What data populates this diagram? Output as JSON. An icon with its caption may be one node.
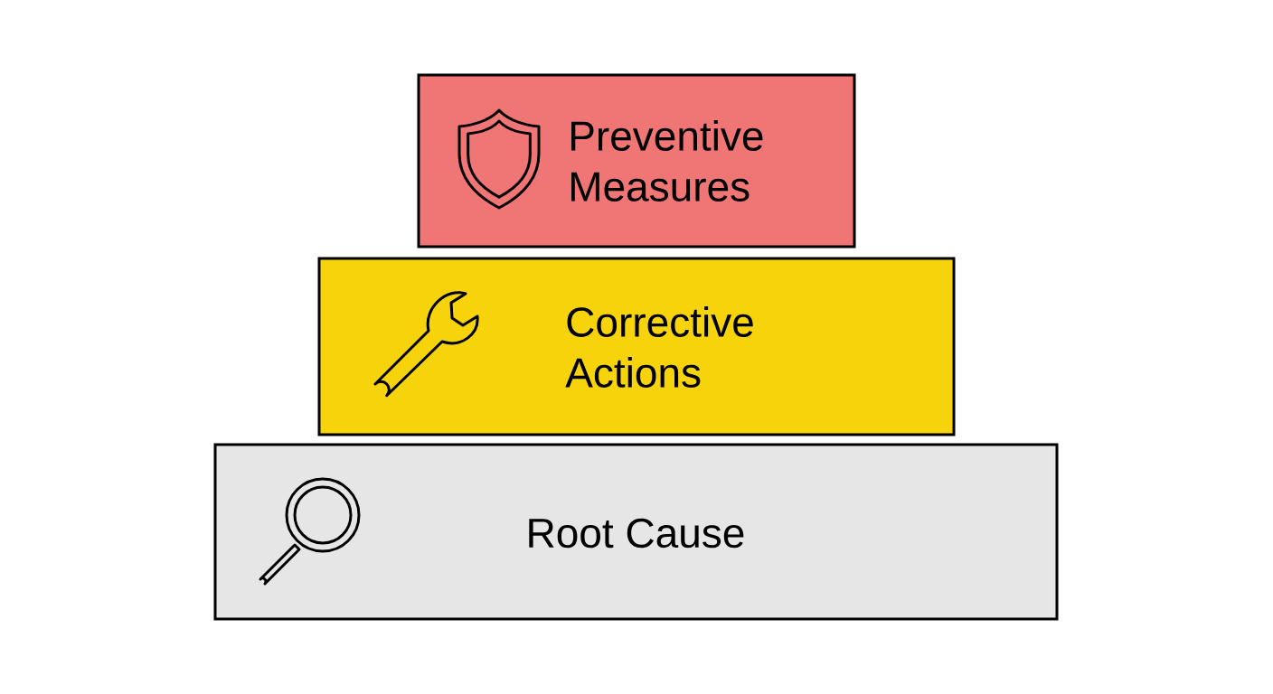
{
  "diagram": {
    "nodes": [
      {
        "text": [
          "Preventive Measures"
        ]
      },
      {
        "text": [
          "Corrective Actions"
        ]
      },
      {
        "text": [
          "Root Cause"
        ]
      }
    ]
  }
}
